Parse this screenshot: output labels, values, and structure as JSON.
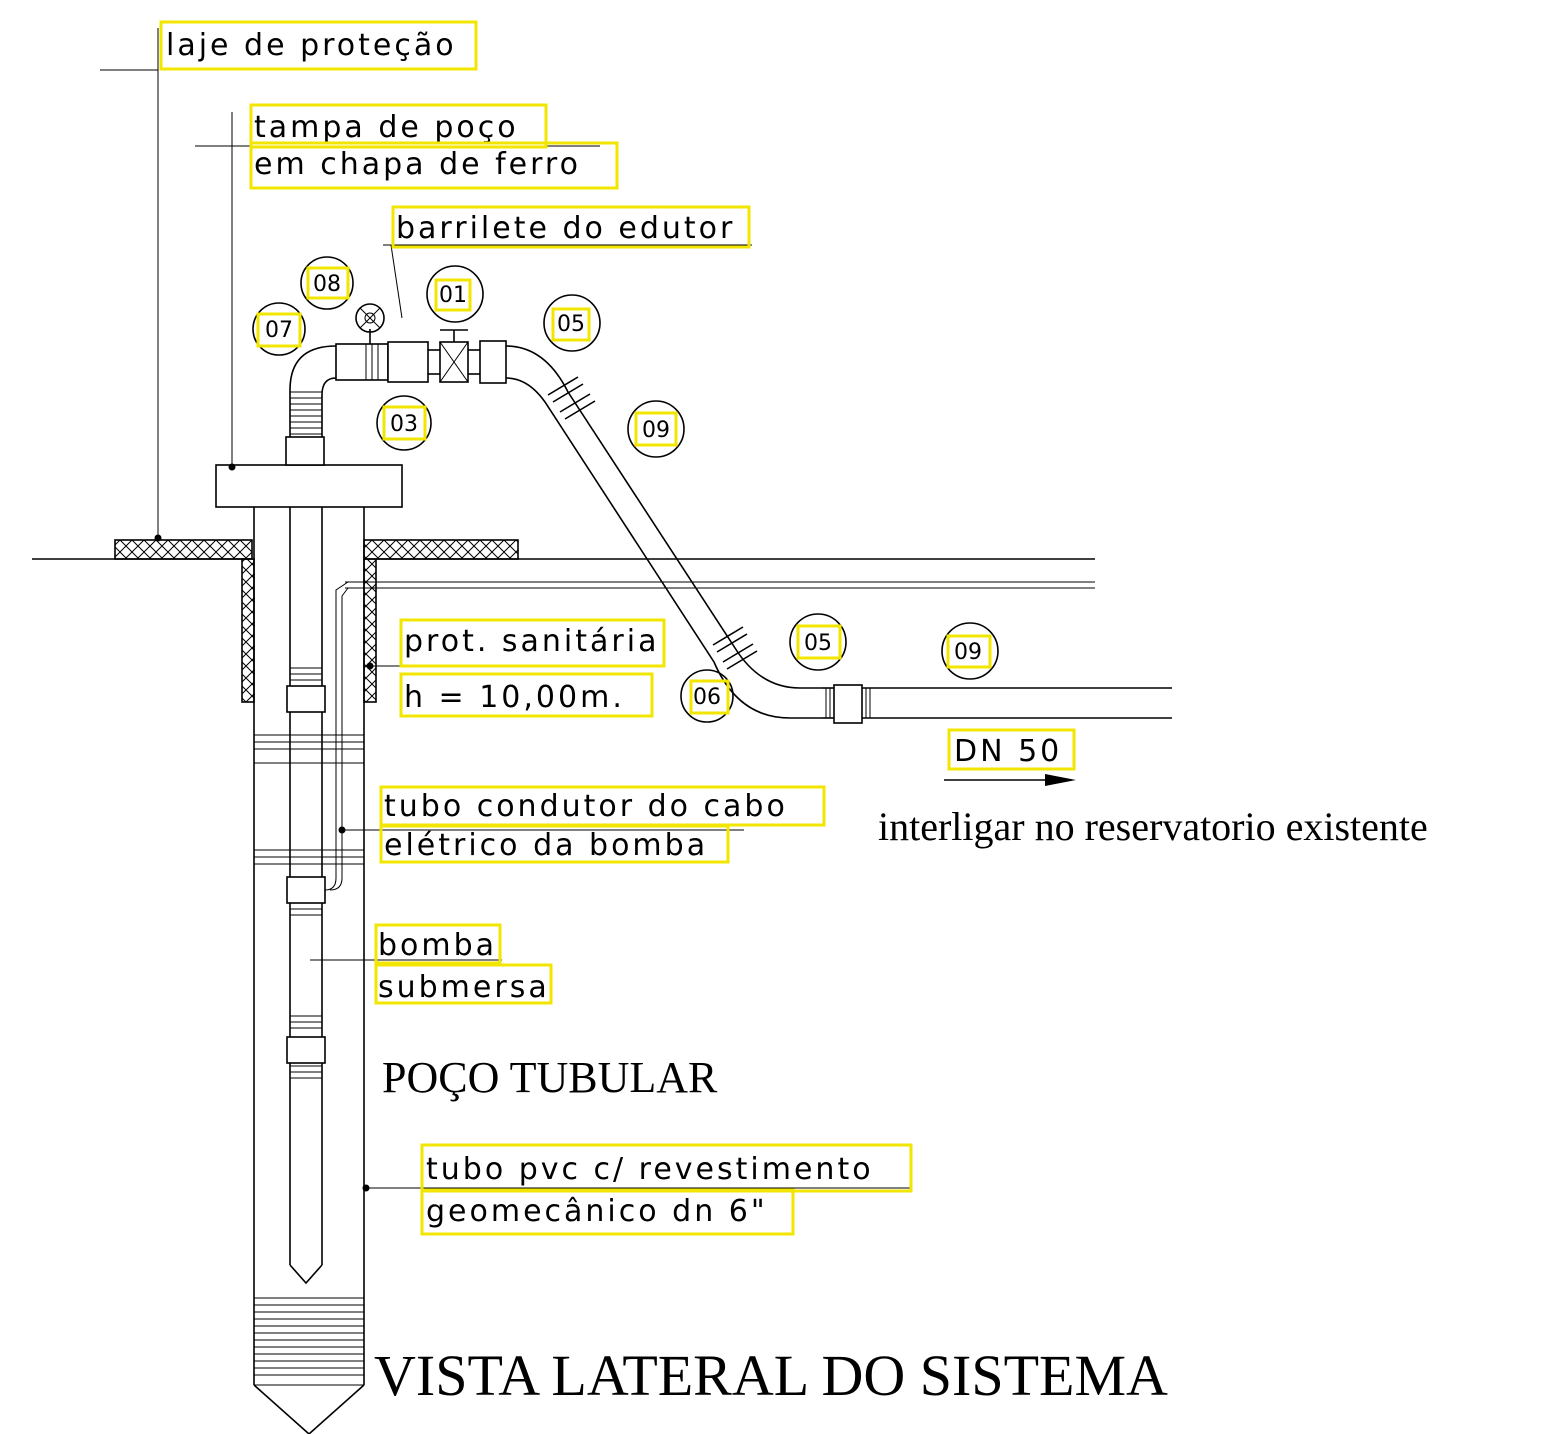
{
  "labels": {
    "laje": "laje de proteção",
    "tampa1": "tampa de poço",
    "tampa2": "em chapa de ferro",
    "barrilete": "barrilete do edutor",
    "prot1": "prot. sanitária",
    "prot2": "h = 10,00m.",
    "cabo1": "tubo condutor do cabo",
    "cabo2": "elétrico da bomba",
    "bomba1": "bomba",
    "bomba2": "submersa",
    "pvc1": "tubo pvc c/ revestimento",
    "pvc2": "geomecânico dn 6\"",
    "dn": "DN 50",
    "interligar": "interligar no reservatorio existente",
    "poco": "POÇO TUBULAR",
    "titulo": "VISTA LATERAL DO SISTEMA"
  },
  "item_numbers": {
    "n01": "01",
    "n03": "03",
    "n05a": "05",
    "n05b": "05",
    "n06": "06",
    "n07": "07",
    "n08": "08",
    "n09a": "09",
    "n09b": "09"
  },
  "colors": {
    "highlight": "#f2e600",
    "line": "#000000",
    "background": "#ffffff"
  }
}
